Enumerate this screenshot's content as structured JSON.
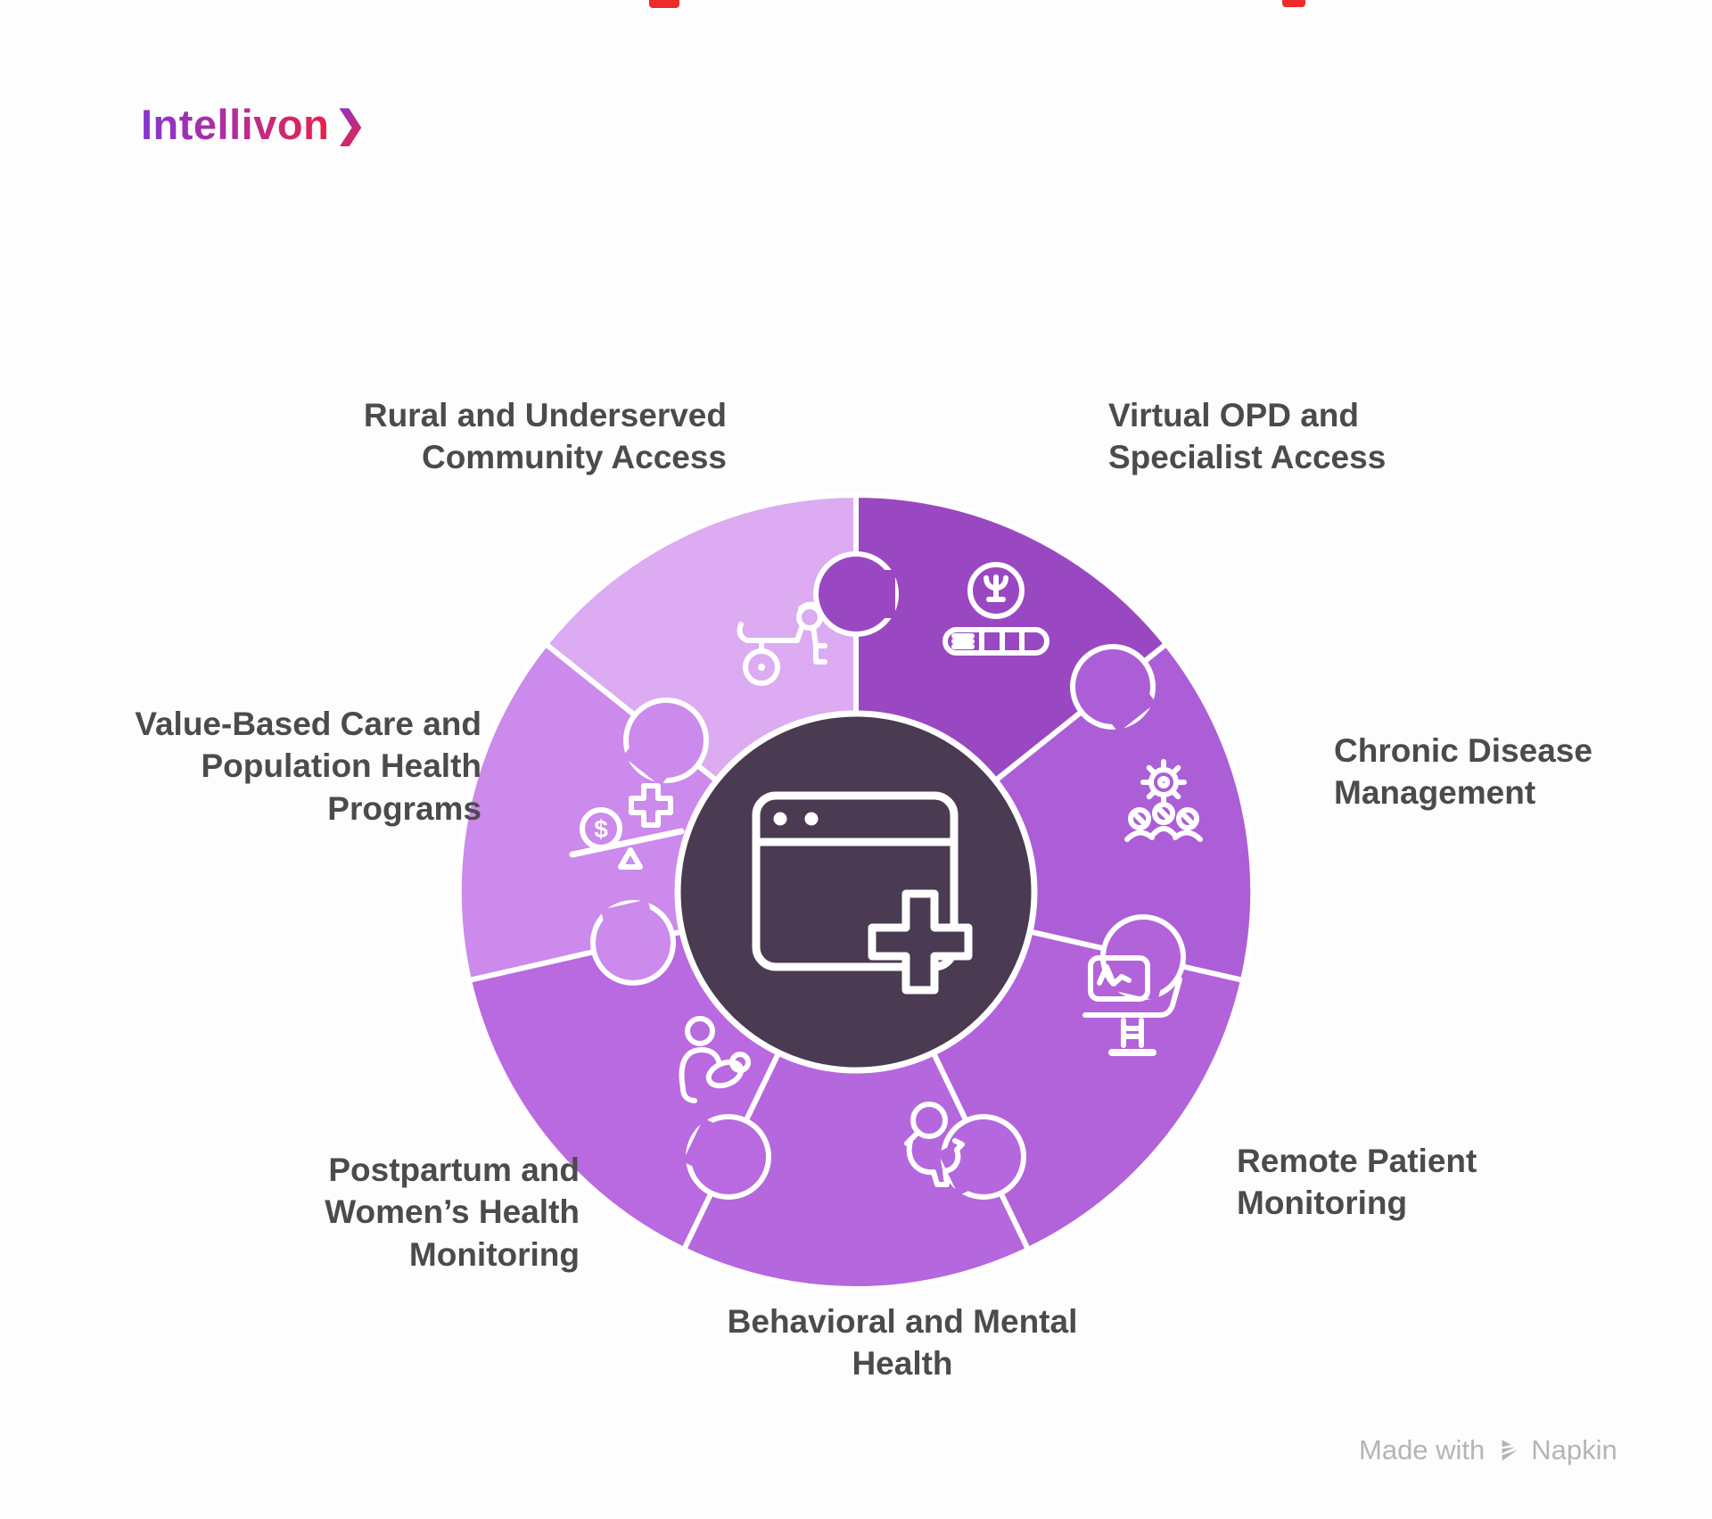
{
  "logo": {
    "text": "Intellivon",
    "chevron": "❯"
  },
  "segments": [
    {
      "id": "virtual-opd",
      "label": "Virtual OPD and\nSpecialist Access",
      "color": "#9a48c2",
      "icon": "psychology-prescription-icon"
    },
    {
      "id": "chronic-disease",
      "label": "Chronic Disease\nManagement",
      "color": "#ac5ed7",
      "icon": "care-team-icon"
    },
    {
      "id": "remote-patient",
      "label": "Remote Patient\nMonitoring",
      "color": "#b263da",
      "icon": "exam-chair-monitor-icon"
    },
    {
      "id": "behavioral-mental",
      "label": "Behavioral and Mental\nHealth",
      "color": "#b567dd",
      "icon": "mental-health-icon"
    },
    {
      "id": "postpartum",
      "label": "Postpartum and\nWomen’s Health\nMonitoring",
      "color": "#b96ae0",
      "icon": "mother-baby-icon"
    },
    {
      "id": "value-based",
      "label": "Value-Based Care and\nPopulation Health\nPrograms",
      "color": "#cb8aec",
      "icon": "value-balance-icon"
    },
    {
      "id": "rural-underserved",
      "label": "Rural and Underserved\nCommunity Access",
      "color": "#dcabf2",
      "icon": "dog-mobility-icon"
    }
  ],
  "center": {
    "icon": "telehealth-platform-browser-cross"
  },
  "footer": {
    "made_with": "Made with",
    "brand": "Napkin"
  },
  "colors": {
    "background": "#fdfdfd",
    "center": "#4a3a52",
    "label_text": "#4b4b4b",
    "footer_text": "#b5b5b5",
    "logo_gradient_start": "#8636cf",
    "logo_gradient_mid": "#b92b93",
    "logo_gradient_end": "#ea2148",
    "artifact_red": "#ee2b2b"
  }
}
